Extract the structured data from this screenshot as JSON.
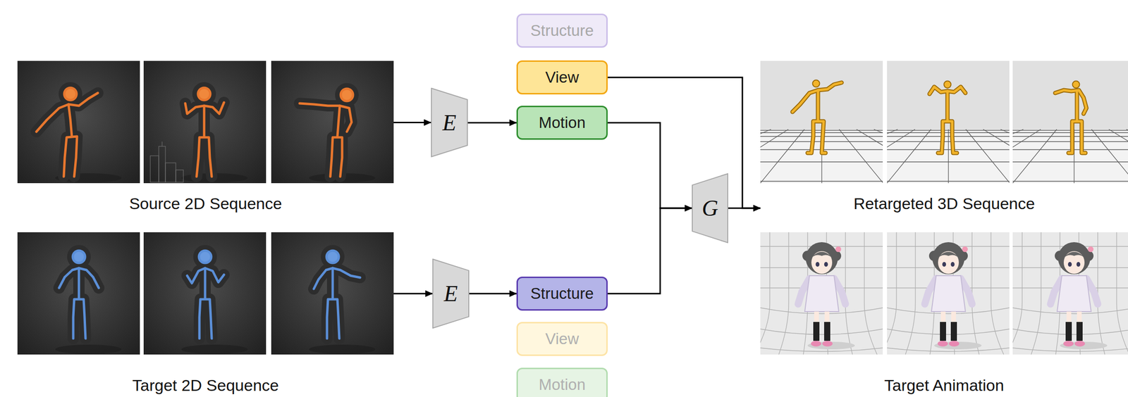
{
  "diagram": {
    "nodes": [
      {
        "text": [
          "Source 2D Sequence"
        ]
      },
      {
        "text": [
          "E"
        ]
      },
      {
        "text": [
          "Structure"
        ]
      },
      {
        "text": [
          "View"
        ]
      },
      {
        "text": [
          "Motion"
        ]
      },
      {
        "text": [
          "Target 2D Sequence"
        ]
      },
      {
        "text": [
          "E"
        ]
      },
      {
        "text": [
          "Structure"
        ]
      },
      {
        "text": [
          "View"
        ]
      },
      {
        "text": [
          "Motion"
        ]
      },
      {
        "text": [
          "G"
        ]
      },
      {
        "text": [
          "Retargeted 3D Sequence"
        ]
      },
      {
        "text": [
          "Target Animation"
        ]
      }
    ],
    "edges": [
      {
        "from": 0,
        "to": 1,
        "arrow": "to"
      },
      {
        "from": 1,
        "to": 4,
        "arrow": "to"
      },
      {
        "from": 5,
        "to": 6,
        "arrow": "to"
      },
      {
        "from": 6,
        "to": 7,
        "arrow": "to"
      },
      {
        "from": 4,
        "to": 10,
        "arrow": "to"
      },
      {
        "from": 7,
        "to": 10,
        "arrow": "to"
      },
      {
        "from": 3,
        "to": 11,
        "arrow": "to"
      },
      {
        "from": 10,
        "to": 11,
        "arrow": "to"
      }
    ]
  }
}
